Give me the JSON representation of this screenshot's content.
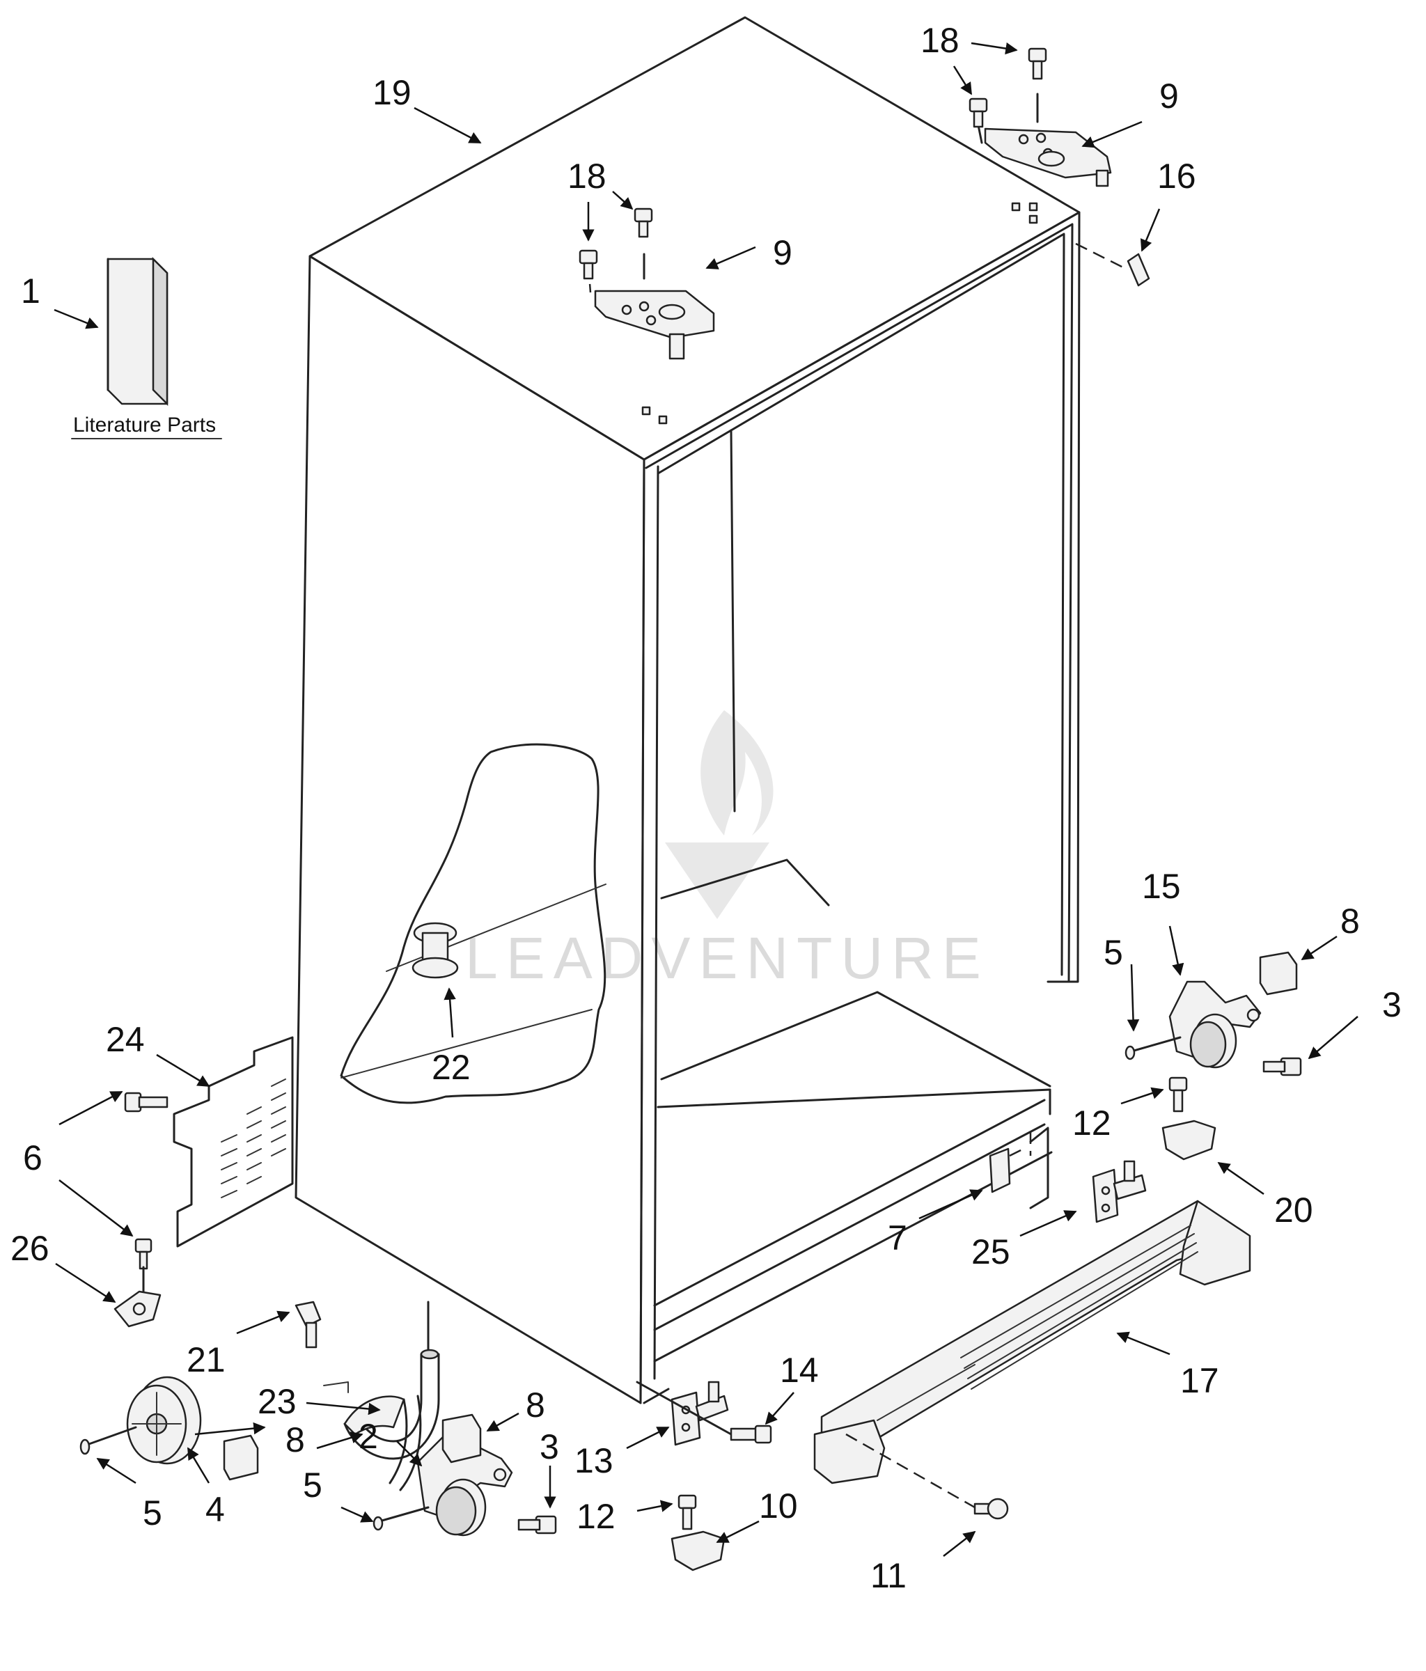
{
  "literature_label": "Literature Parts",
  "watermark_text": "LEADVENTURE",
  "callouts": {
    "c1": "1",
    "c2": "2",
    "c3a": "3",
    "c3b": "3",
    "c4": "4",
    "c5a": "5",
    "c5b": "5",
    "c5c": "5",
    "c6": "6",
    "c7": "7",
    "c8a": "8",
    "c8b": "8",
    "c8c": "8",
    "c9a": "9",
    "c9b": "9",
    "c10": "10",
    "c11": "11",
    "c12a": "12",
    "c12b": "12",
    "c13": "13",
    "c14": "14",
    "c15": "15",
    "c16": "16",
    "c17": "17",
    "c18a": "18",
    "c18b": "18",
    "c19": "19",
    "c20": "20",
    "c21": "21",
    "c22": "22",
    "c23": "23",
    "c24": "24",
    "c25": "25",
    "c26": "26"
  }
}
